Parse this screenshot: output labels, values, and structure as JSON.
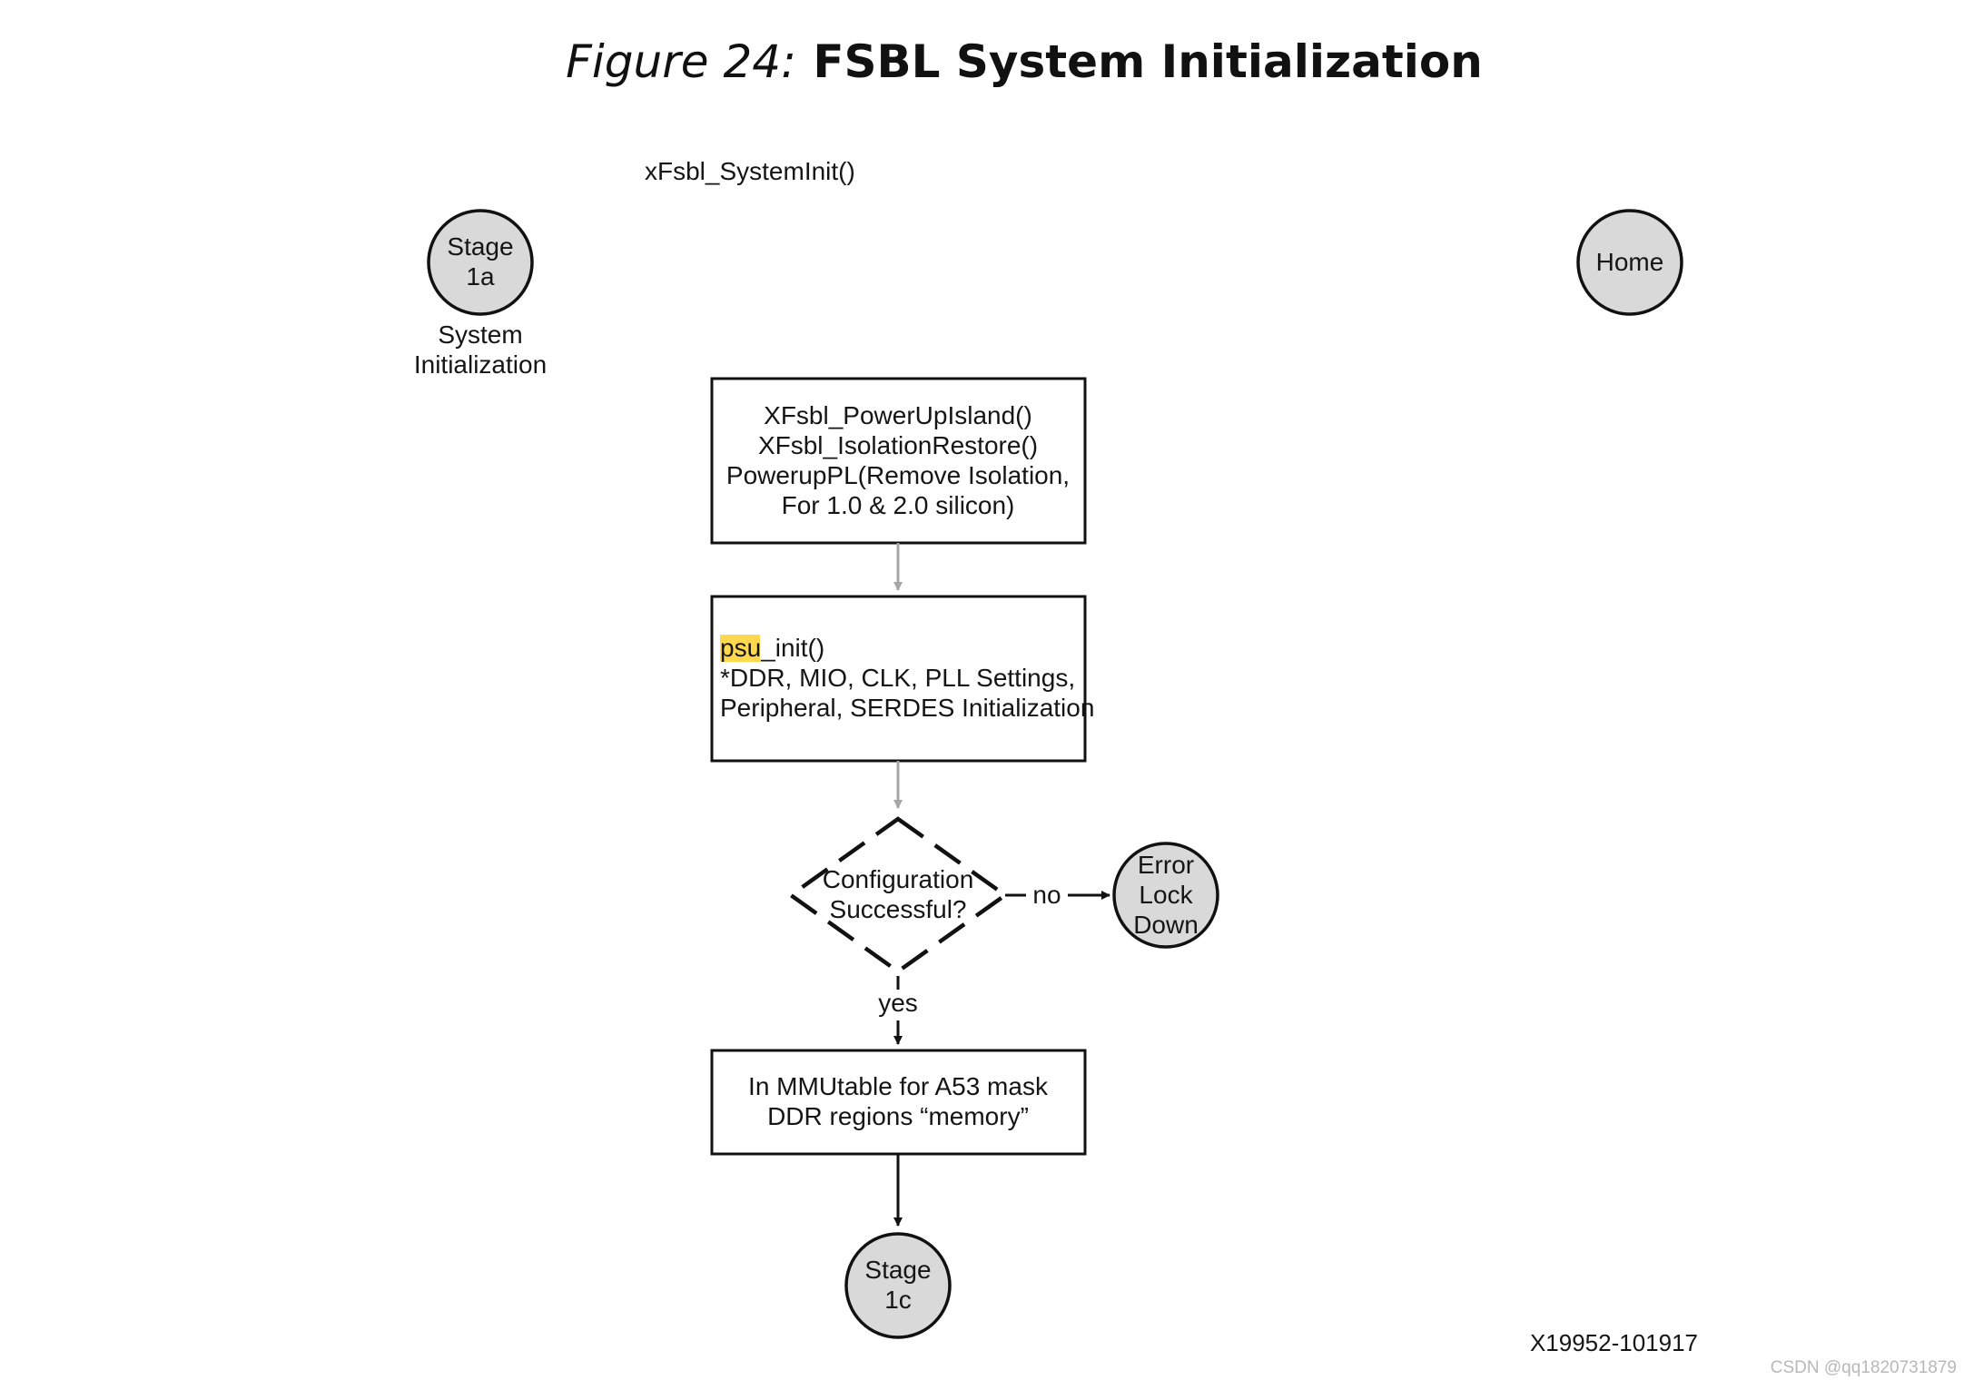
{
  "figure": {
    "prefix": "Figure 24:",
    "title": "FSBL System Initialization"
  },
  "function_name": "xFsbl_SystemInit()",
  "nodes": {
    "stage_1a": {
      "line1": "Stage",
      "line2": "1a"
    },
    "stage_1a_caption": {
      "line1": "System",
      "line2": "Initialization"
    },
    "home": {
      "label": "Home"
    },
    "power_up_box": {
      "line1": "XFsbl_PowerUpIsland()",
      "line2": "XFsbl_IsolationRestore()",
      "line3": "PowerupPL(Remove Isolation,",
      "line4": "For 1.0 & 2.0 silicon)"
    },
    "psu_init_box": {
      "line1_highlight": "psu",
      "line1_rest": "_init()",
      "line2": "*DDR, MIO, CLK, PLL Settings,",
      "line3": "Peripheral, SERDES Initialization"
    },
    "decision": {
      "line1": "Configuration",
      "line2": "Successful?"
    },
    "error_lock_down": {
      "line1": "Error",
      "line2": "Lock",
      "line3": "Down"
    },
    "mmu_box": {
      "line1": "In MMUtable for A53 mask",
      "line2": "DDR regions “memory”"
    },
    "stage_1c": {
      "line1": "Stage",
      "line2": "1c"
    }
  },
  "edges": {
    "no_label": "no",
    "yes_label": "yes"
  },
  "doc_id": "X19952-101917",
  "watermark": "CSDN @qq1820731879",
  "colors": {
    "node_fill": "#d9d9d9",
    "stroke": "#111111",
    "gray_connector": "#a6a6a6",
    "highlight": "#ffd84d"
  }
}
